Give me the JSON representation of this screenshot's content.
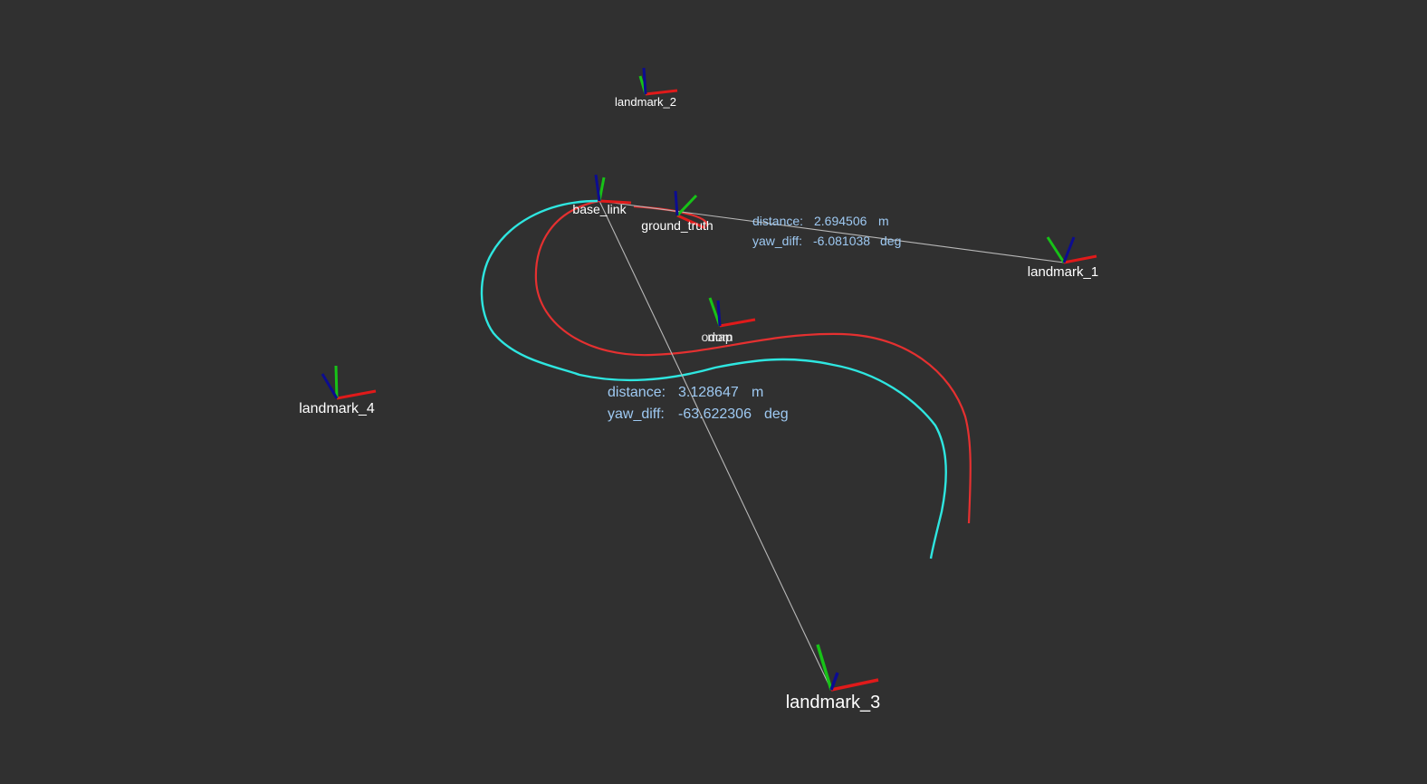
{
  "colors": {
    "background": "#303030",
    "axis_x": "#e01a1a",
    "axis_y": "#17c217",
    "axis_z": "#0c0c90",
    "path_estimated": "#e53030",
    "path_ground_truth": "#2ee6e0",
    "measure_line": "#b8b8b8",
    "measure_text": "#9ec9f2",
    "label_text": "#ffffff"
  },
  "frames": {
    "landmark_1": "landmark_1",
    "landmark_2": "landmark_2",
    "landmark_3": "landmark_3",
    "landmark_4": "landmark_4",
    "base_link": "base_link",
    "ground_truth": "ground_truth",
    "odom": "odom",
    "map": "map"
  },
  "measurements": [
    {
      "distance_label": "distance:",
      "distance_value": "2.694506",
      "distance_unit": "m",
      "yaw_label": "yaw_diff:",
      "yaw_value": "-6.081038",
      "yaw_unit": "deg"
    },
    {
      "distance_label": "distance:",
      "distance_value": "3.128647",
      "distance_unit": "m",
      "yaw_label": "yaw_diff:",
      "yaw_value": "-63.622306",
      "yaw_unit": "deg"
    }
  ]
}
